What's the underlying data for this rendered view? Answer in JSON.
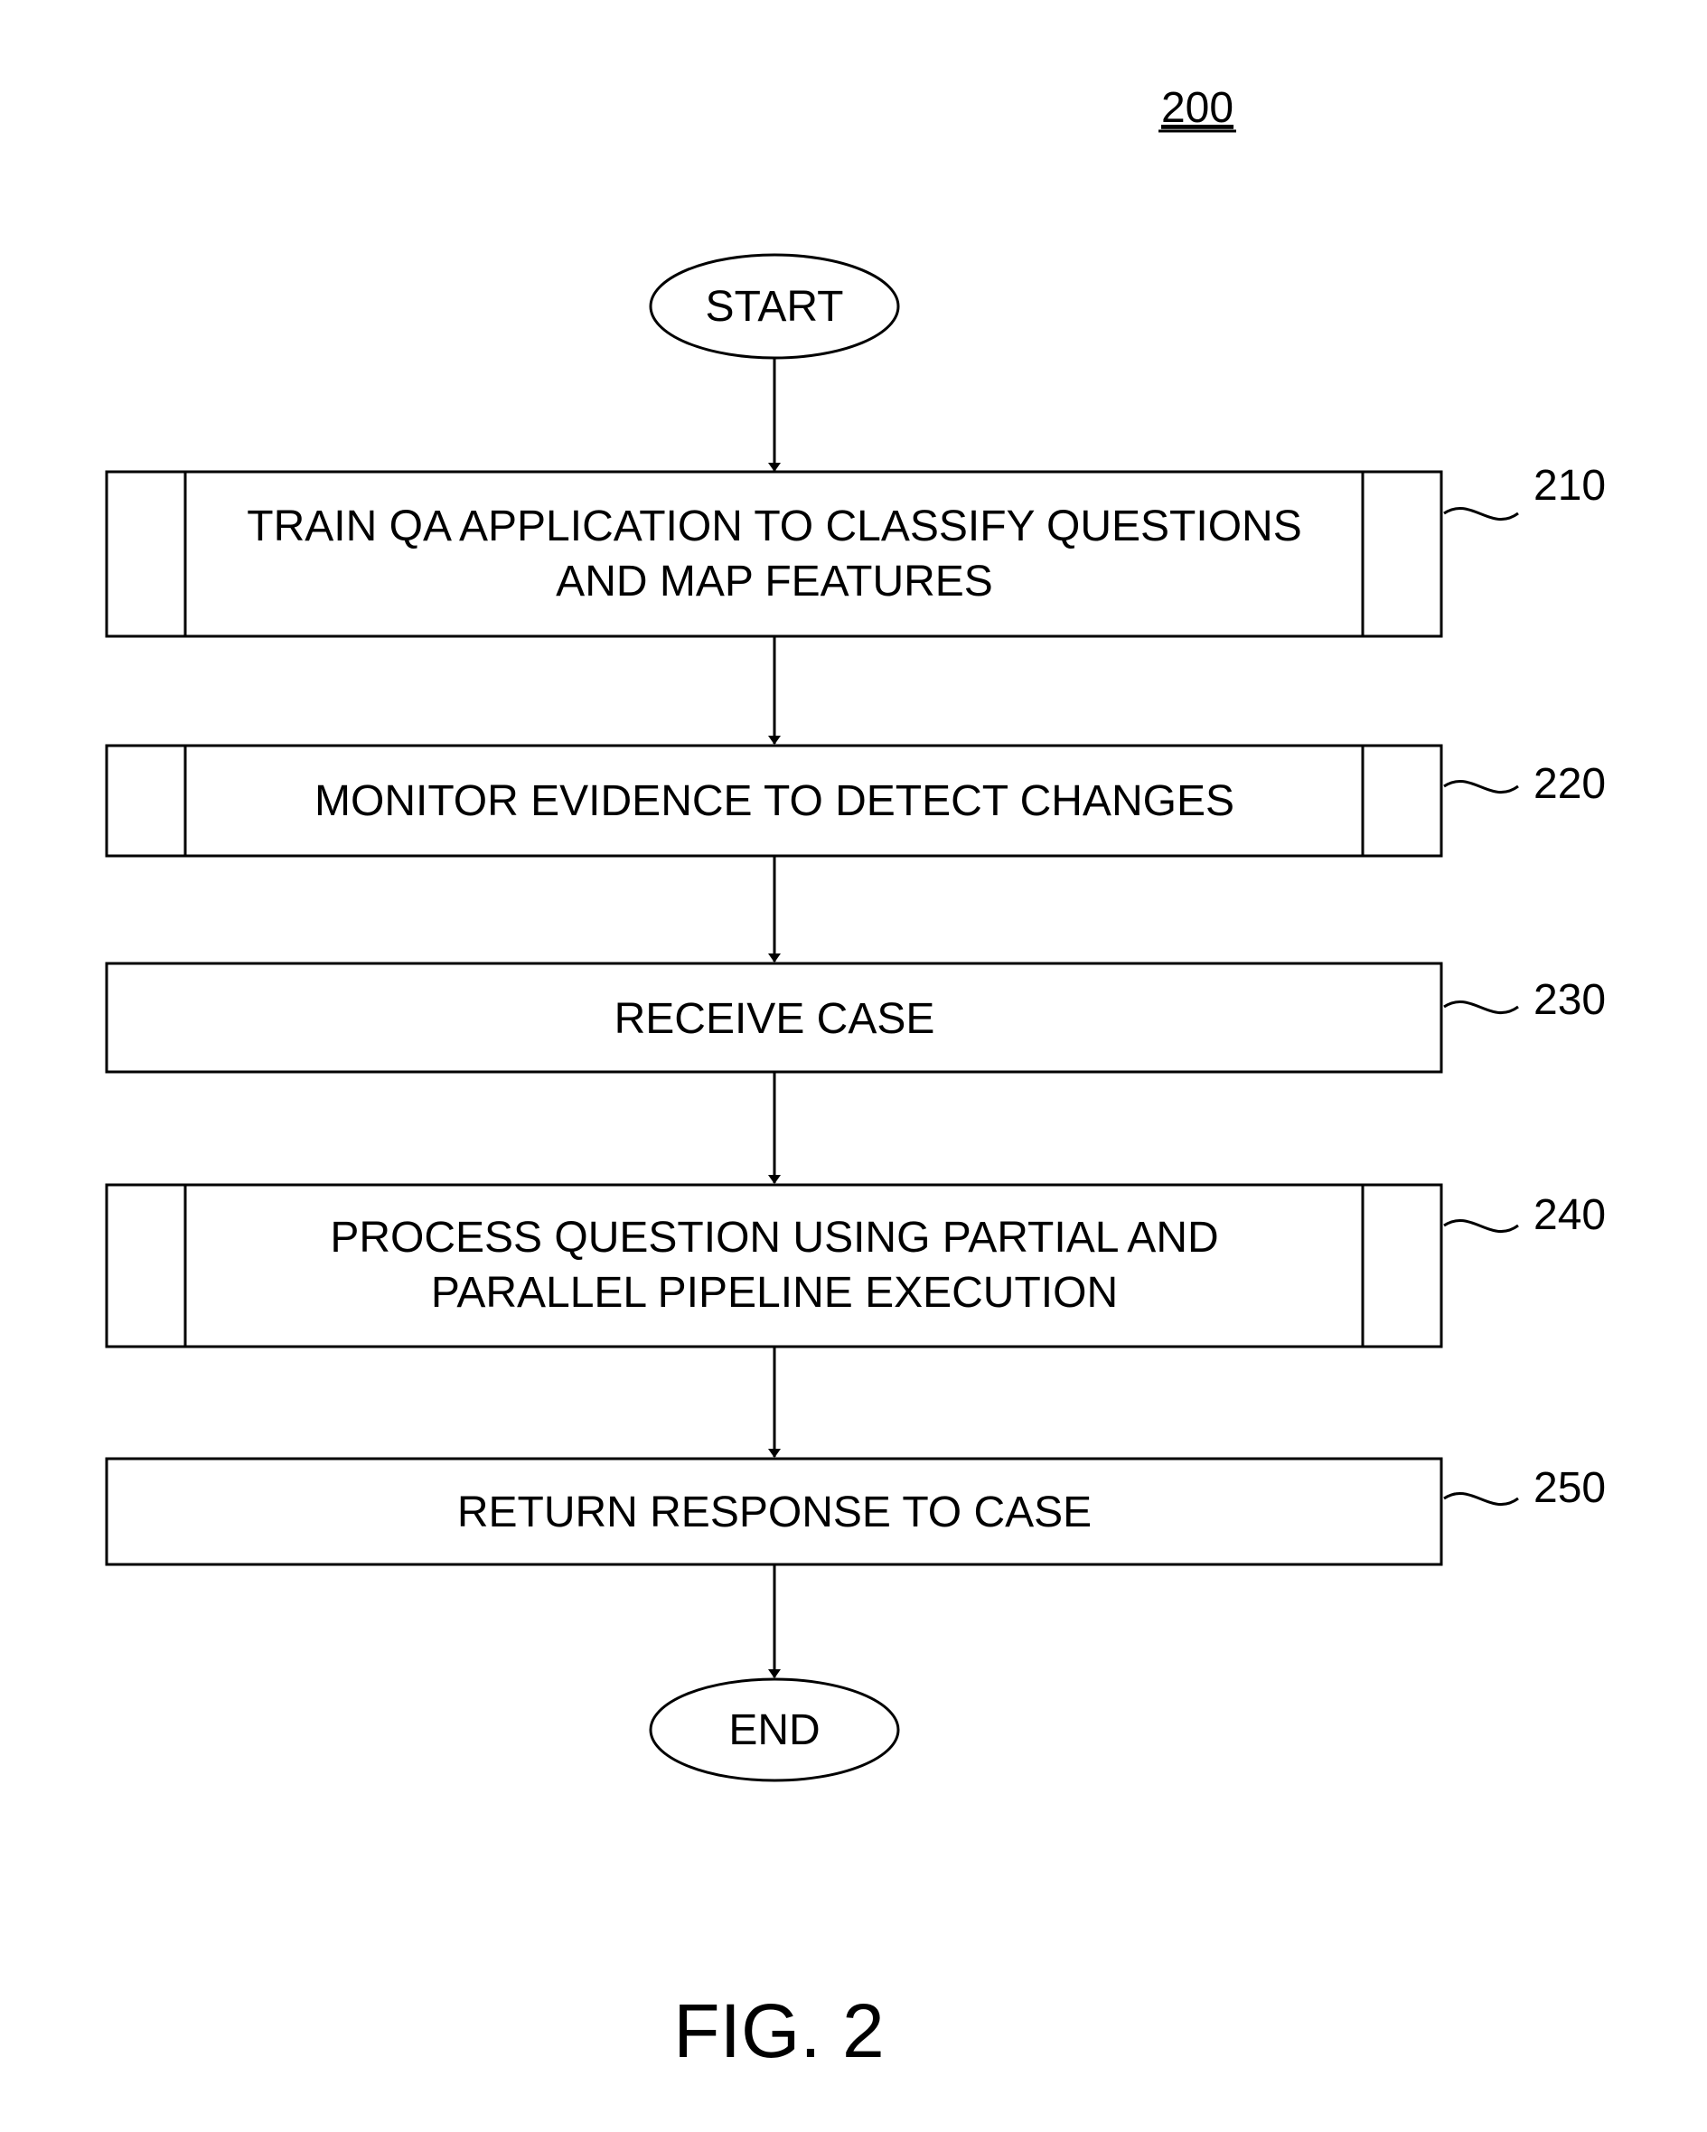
{
  "diagram": {
    "figure_ref": "200",
    "caption": "FIG. 2",
    "start_label": "START",
    "end_label": "END",
    "steps": [
      {
        "ref": "210",
        "lines": [
          "TRAIN QA APPLICATION TO CLASSIFY QUESTIONS",
          "AND MAP FEATURES"
        ],
        "subprocess": true
      },
      {
        "ref": "220",
        "lines": [
          "MONITOR EVIDENCE TO DETECT CHANGES"
        ],
        "subprocess": true
      },
      {
        "ref": "230",
        "lines": [
          "RECEIVE CASE"
        ],
        "subprocess": false
      },
      {
        "ref": "240",
        "lines": [
          "PROCESS QUESTION USING PARTIAL AND",
          "PARALLEL PIPELINE EXECUTION"
        ],
        "subprocess": true
      },
      {
        "ref": "250",
        "lines": [
          "RETURN RESPONSE TO CASE"
        ],
        "subprocess": false
      }
    ]
  }
}
